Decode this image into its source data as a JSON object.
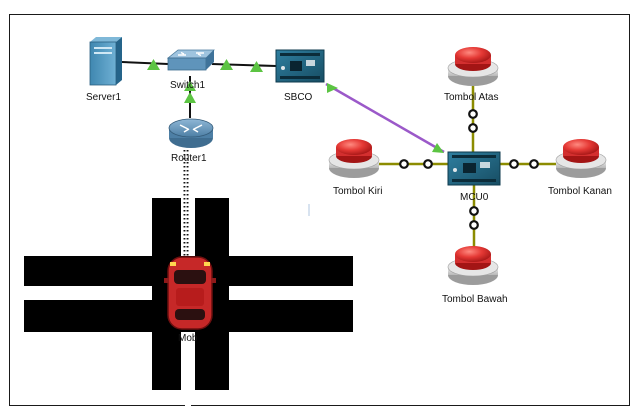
{
  "devices": {
    "server": {
      "label": "Server1",
      "icon": "server-icon"
    },
    "switch": {
      "label": "Switch1",
      "icon": "switch-icon"
    },
    "router": {
      "label": "Router1",
      "icon": "router-icon"
    },
    "sbc": {
      "label": "SBCO",
      "icon": "board-icon"
    },
    "mcu": {
      "label": "MCU0",
      "icon": "board-icon"
    },
    "btn_up": {
      "label": "Tombol Atas",
      "icon": "push-button-icon"
    },
    "btn_left": {
      "label": "Tombol Kiri",
      "icon": "push-button-icon"
    },
    "btn_right": {
      "label": "Tombol Kanan",
      "icon": "push-button-icon"
    },
    "btn_down": {
      "label": "Tombol Bawah",
      "icon": "push-button-icon"
    },
    "car": {
      "label": "Mob",
      "icon": "car-icon"
    }
  },
  "colors": {
    "ethernet": "#111111",
    "wireless": "#9b59c9",
    "io_cable": "#8c8c00",
    "link_up": "#5cc443",
    "board": "#1e5f7a",
    "button_red": "#e53935",
    "road": "#000000",
    "car_red": "#c62828"
  }
}
